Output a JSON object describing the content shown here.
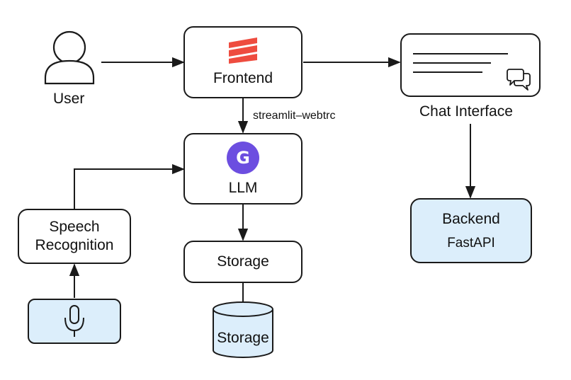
{
  "nodes": {
    "user": {
      "label": "User"
    },
    "frontend": {
      "label": "Frontend"
    },
    "chat_interface": {
      "label": "Chat Interface"
    },
    "llm": {
      "label": "LLM",
      "logo_letter": "G"
    },
    "speech_recognition": {
      "label": "Speech\nRecognition"
    },
    "storage_box": {
      "label": "Storage"
    },
    "storage_db": {
      "label": "Storage"
    },
    "backend": {
      "label": "Backend",
      "sublabel": "FastAPI"
    },
    "microphone": {
      "icon": "microphone-icon"
    }
  },
  "edges": {
    "frontend_to_llm": {
      "label": "streamlit–webtrc"
    }
  },
  "colors": {
    "stroke": "#1a1a1a",
    "highlight_fill": "#dceefb",
    "frontend_logo": "#ee4c3f",
    "llm_logo": "#6c4ee0"
  }
}
